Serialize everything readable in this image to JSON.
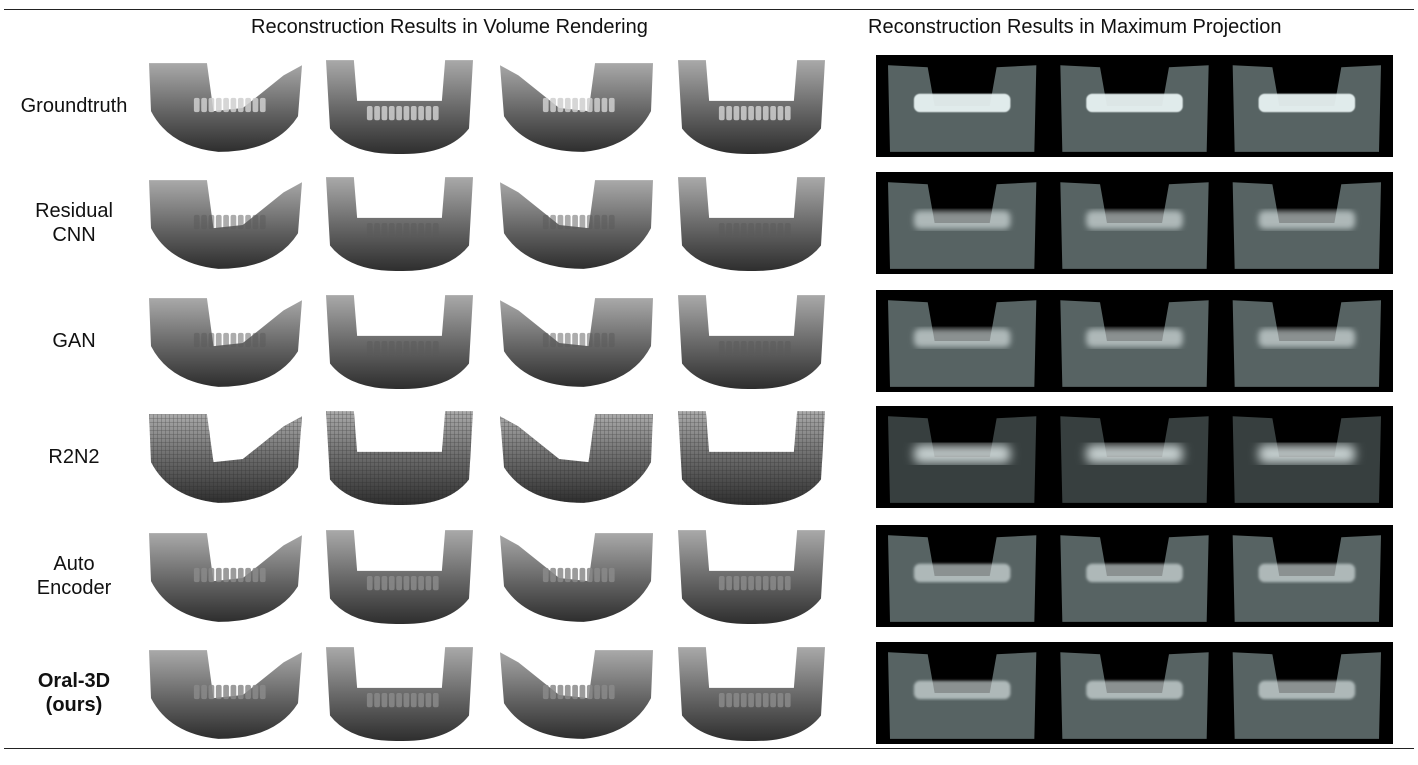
{
  "headers": {
    "volume": "Reconstruction Results in Volume Rendering",
    "projection": "Reconstruction Results in Maximum Projection"
  },
  "rows": [
    {
      "label": "Groundtruth",
      "bold": false,
      "style": "gt"
    },
    {
      "label": "Residual\nCNN",
      "bold": false,
      "style": "blur"
    },
    {
      "label": "GAN",
      "bold": false,
      "style": "blur"
    },
    {
      "label": "R2N2",
      "bold": false,
      "style": "grid"
    },
    {
      "label": "Auto\nEncoder",
      "bold": false,
      "style": "detail"
    },
    {
      "label": "Oral-3D\n(ours)",
      "bold": true,
      "style": "detail"
    }
  ],
  "colors": {
    "volume_dark": "#2e2e2e",
    "volume_mid": "#6a6a6a",
    "volume_light": "#a9a9a9",
    "mip_bg": "#000000",
    "mip_tint": "#9fb4b4"
  }
}
